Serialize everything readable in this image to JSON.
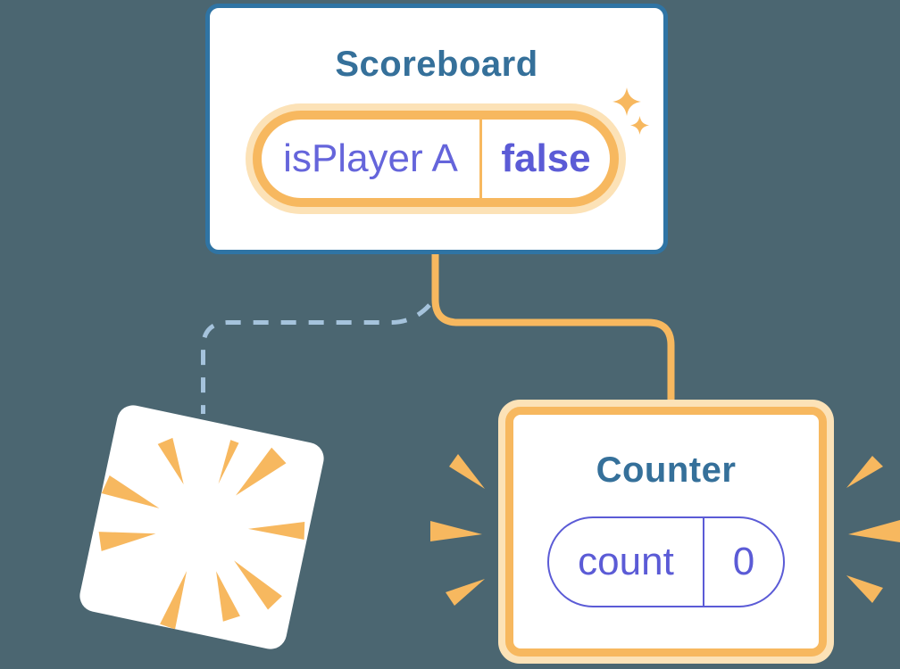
{
  "diagram": {
    "description": "React component tree state illustration: Scoreboard parent holds state, Counter child is freshly mounted, previous child was destroyed",
    "background_color": "#4B6671"
  },
  "scoreboard": {
    "title": "Scoreboard",
    "state_key": "isPlayer A",
    "state_value": "false"
  },
  "counter": {
    "title": "Counter",
    "state_key": "count",
    "state_value": "0"
  },
  "decorations": {
    "sparkles_icon": "two four-point sparkle stars",
    "burst_icon": "starburst poof rays on destroyed card",
    "emphasis_icon": "pop emphasis wedges around counter card"
  },
  "colors": {
    "background": "#4B6671",
    "card_background": "#FFFFFF",
    "scoreboard_border_blue": "#2F74A4",
    "title_blue": "#35709A",
    "orange": "#F7B85F",
    "orange_light": "#FCE2B7",
    "purple_bold": "#5B5BD6",
    "purple": "#6565DB",
    "dashed_line_blue": "#A5C3DC"
  }
}
